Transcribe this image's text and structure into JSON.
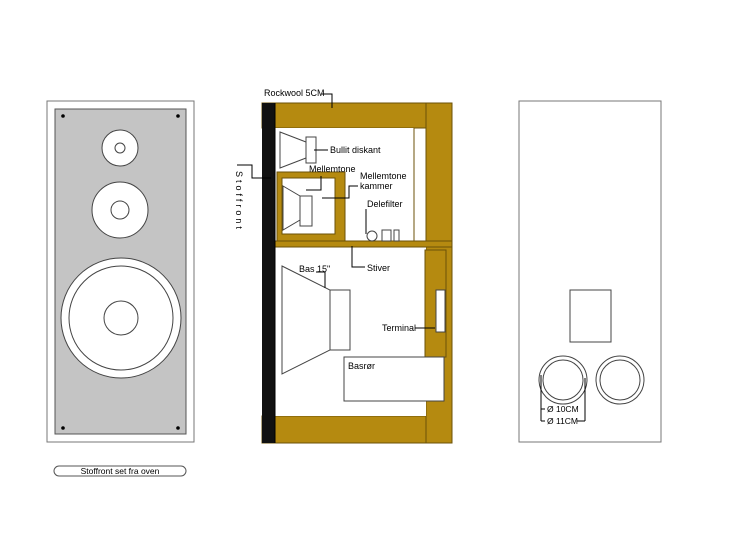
{
  "front_view": {
    "caption": "Stoffront set fra oven"
  },
  "side_view": {
    "labels": {
      "rockwool": "Rockwool 5CM",
      "stoffront": "Stoffront",
      "tweeter": "Bullit diskant",
      "midrange": "Mellemtone",
      "midrange_chamber_line1": "Mellemtone",
      "midrange_chamber_line2": "kammer",
      "crossover": "Delefilter",
      "brace": "Stiver",
      "woofer": "Bas 15\"",
      "terminal": "Terminal",
      "bass_port": "Basrør"
    }
  },
  "back_view": {
    "port_inner": "Ø 10CM",
    "port_outer": "Ø 11CM"
  },
  "colors": {
    "wood": "#b58a10",
    "wood_dark": "#6b5208",
    "baffle_gray": "#c4c4c4",
    "fabric_black": "#111111"
  }
}
